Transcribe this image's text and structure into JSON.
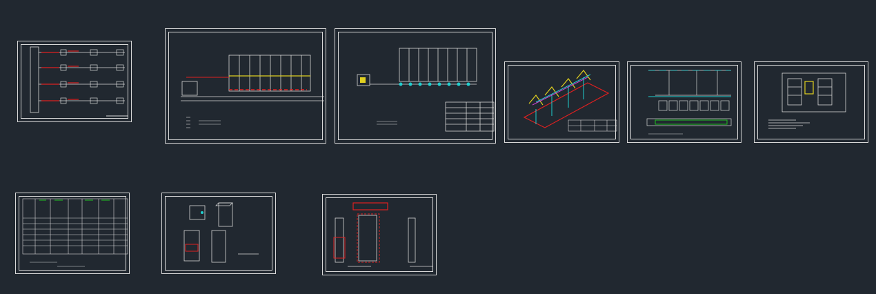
{
  "canvas": {
    "background": "#212830",
    "line_color": "#d8d8d8",
    "accent_red": "#e02020",
    "accent_cyan": "#20d0d0",
    "accent_yellow": "#e0d020",
    "accent_magenta": "#d040d0",
    "accent_green": "#20c020"
  },
  "sheets": [
    {
      "id": "sheet-1",
      "name": "single-line-diagram-sheet"
    },
    {
      "id": "sheet-2",
      "name": "charging-station-plan-sheet"
    },
    {
      "id": "sheet-3",
      "name": "parking-layout-sheet"
    },
    {
      "id": "sheet-4",
      "name": "canopy-isometric-sheet"
    },
    {
      "id": "sheet-5",
      "name": "distribution-schematic-sheet"
    },
    {
      "id": "sheet-6",
      "name": "cabinet-layout-sheet"
    },
    {
      "id": "sheet-7",
      "name": "equipment-table-sheet"
    },
    {
      "id": "sheet-8",
      "name": "cabinet-elevation-sheet"
    },
    {
      "id": "sheet-9",
      "name": "charger-pile-elevation-sheet"
    }
  ]
}
